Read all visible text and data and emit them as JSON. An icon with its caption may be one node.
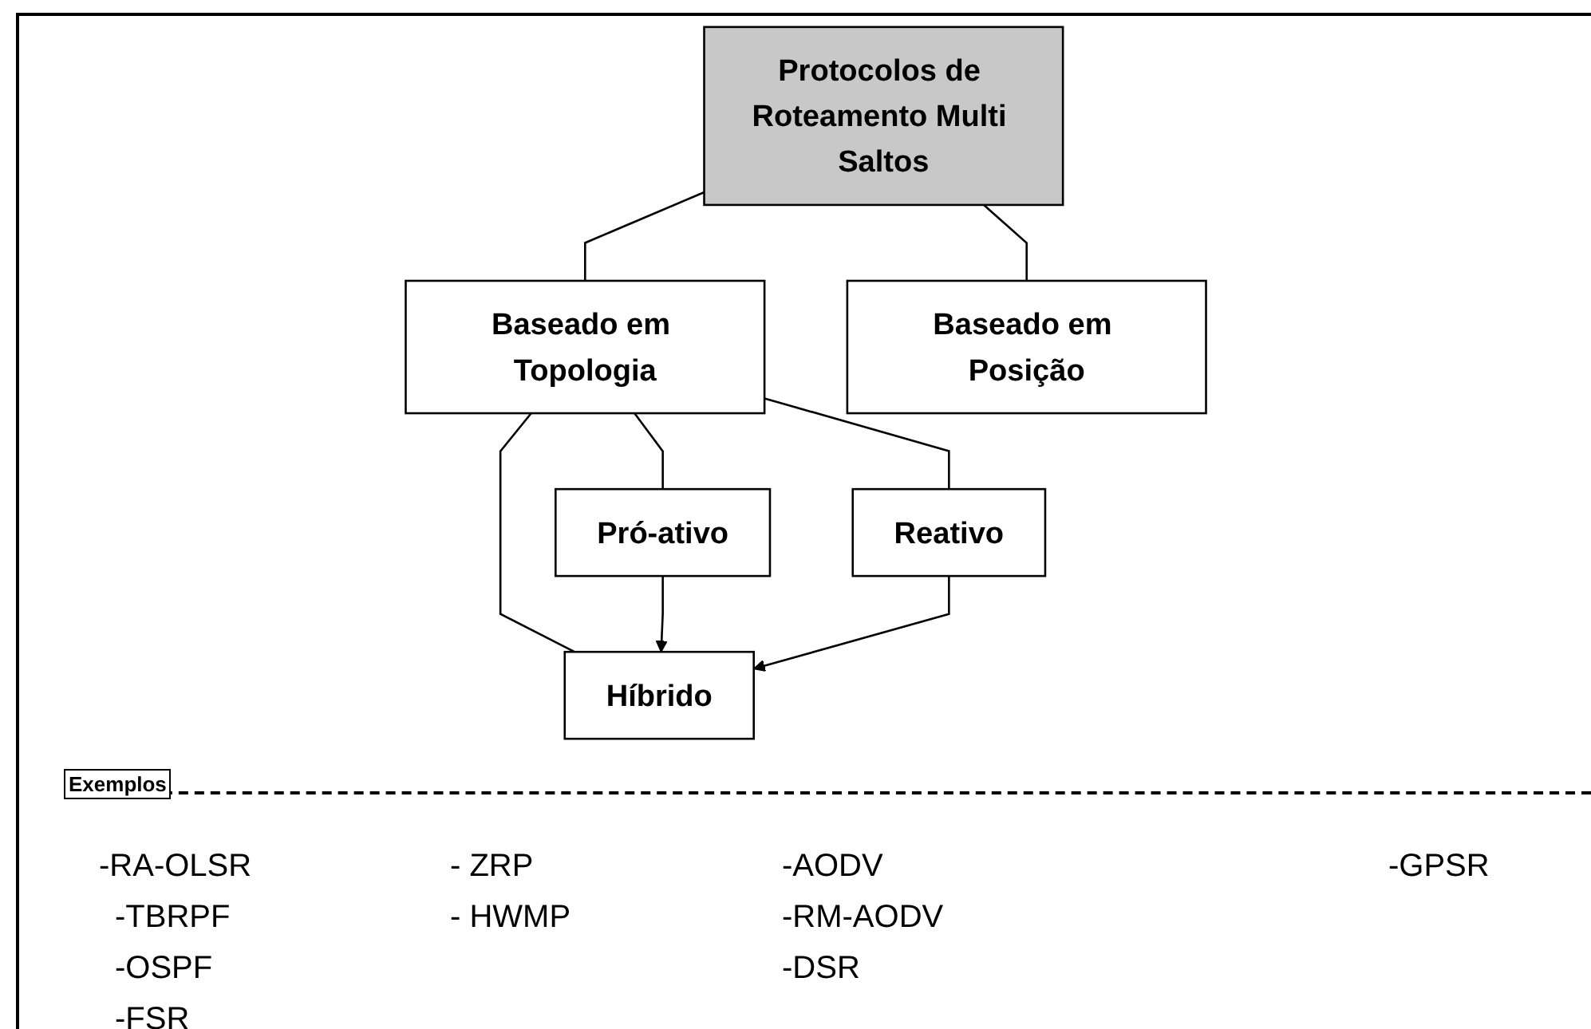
{
  "diagram": {
    "nodes": [
      {
        "text": [
          "Protocolos de Roteamento Multi Saltos"
        ]
      },
      {
        "text": [
          "Baseado em Topologia"
        ]
      },
      {
        "text": [
          "Baseado em Posição"
        ]
      },
      {
        "text": [
          "Pró-ativo"
        ]
      },
      {
        "text": [
          "Reativo"
        ]
      },
      {
        "text": [
          "Híbrido"
        ]
      }
    ],
    "edges": [
      {
        "from": 0,
        "to": 1,
        "arrow": "none"
      },
      {
        "from": 0,
        "to": 2,
        "arrow": "none"
      },
      {
        "from": 1,
        "to": 3,
        "arrow": "none"
      },
      {
        "from": 1,
        "to": 4,
        "arrow": "none"
      },
      {
        "from": 1,
        "to": 5,
        "arrow": "none"
      },
      {
        "from": 3,
        "to": 5,
        "arrow": "to"
      },
      {
        "from": 4,
        "to": 5,
        "arrow": "to"
      }
    ],
    "labels": [
      "Exemplos",
      "-RA-OLSR",
      "- ZRP",
      "-AODV",
      "-GPSR",
      "-TBRPF",
      "- HWMP",
      "-RM-AODV",
      "-OSPF",
      "-DSR",
      "-FSR"
    ]
  }
}
